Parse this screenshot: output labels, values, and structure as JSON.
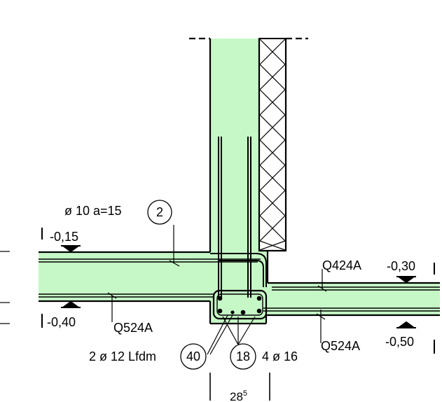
{
  "colors": {
    "concrete_fill": "#c6f7c6",
    "line": "#000000",
    "background": "#ffffff"
  },
  "levels": {
    "slab_left_top": "-0,15",
    "slab_left_bottom": "-0,40",
    "slab_right_top": "-0,30",
    "slab_right_bottom": "-0,50"
  },
  "rebar": {
    "bar_2_spec": "ø 10 a=15",
    "bar_2_mark": "2",
    "mesh_right_top": "Q424A",
    "mesh_left_bottom": "Q524A",
    "mesh_right_bottom": "Q524A",
    "bar_40_spec": "2 ø 12 Lfdm",
    "bar_40_mark": "40",
    "bar_18_mark": "18",
    "bar_18_spec": "4 ø 16"
  },
  "dimensions": {
    "wall_width_main": "28",
    "wall_width_sup": "5"
  },
  "icons": [
    "insulation-hatch",
    "level-marker-triangle"
  ]
}
